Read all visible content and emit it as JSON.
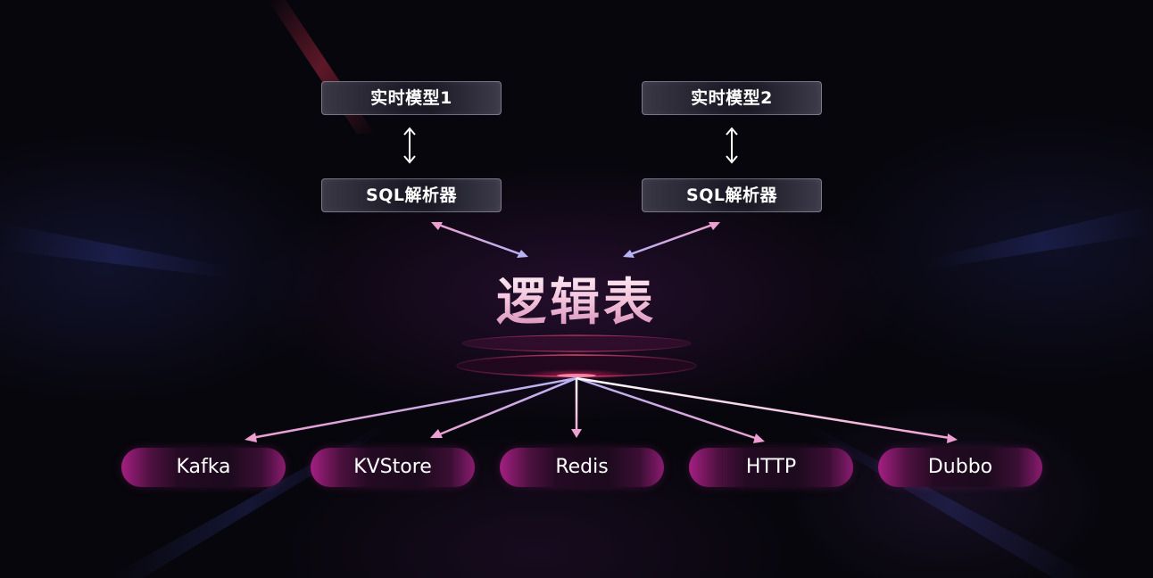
{
  "models": [
    {
      "label": "实时模型1",
      "parser": "SQL解析器"
    },
    {
      "label": "实时模型2",
      "parser": "SQL解析器"
    }
  ],
  "logical_table": "逻辑表",
  "targets": [
    "Kafka",
    "KVStore",
    "Redis",
    "HTTP",
    "Dubbo"
  ],
  "colors": {
    "arrow_pink": "#ee9fd1",
    "arrow_lavender": "#b7b3f5",
    "pill_accent": "#a41f82",
    "platform_red": "#ff3d6e"
  }
}
